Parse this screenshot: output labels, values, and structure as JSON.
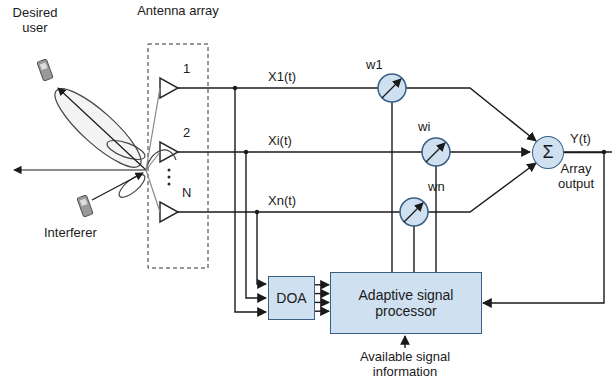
{
  "diagram": {
    "nodes": [
      {
        "text": [
          "Σ"
        ]
      },
      {
        "text": [
          "DOA"
        ]
      },
      {
        "text": [
          "Adaptive signal processor"
        ]
      }
    ],
    "edges": [
      {
        "from": 1,
        "to": 2,
        "arrow": "to"
      },
      {
        "from": 1,
        "to": 2,
        "arrow": "to"
      },
      {
        "from": 1,
        "to": 2,
        "arrow": "to"
      },
      {
        "from": 1,
        "to": 2,
        "arrow": "to"
      },
      {
        "from": 0,
        "to": 2,
        "arrow": "to"
      }
    ],
    "labels": [
      "Antenna array",
      "Desired user",
      "Interferer",
      "1",
      "2",
      "N",
      "X1(t)",
      "Xi(t)",
      "Xn(t)",
      "w1",
      "wi",
      "wn",
      "Y(t)",
      "Array output",
      "Available signal information"
    ]
  }
}
